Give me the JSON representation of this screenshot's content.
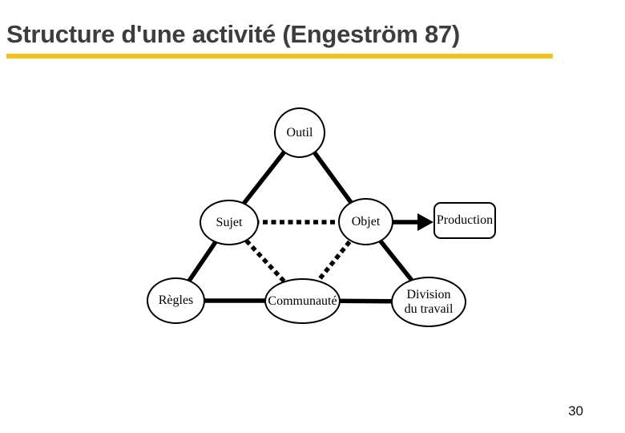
{
  "slide": {
    "title": "Structure d'une activité (Engeström 87)",
    "page_number": "30"
  },
  "colors": {
    "title_text": "#3D3D3D",
    "accent_rule": "#F0C419",
    "diagram_stroke": "#000000",
    "node_fill": "#FFFFFF",
    "background": "#FFFFFF"
  },
  "diagram": {
    "nodes": {
      "outil": {
        "label": "Outil",
        "shape": "ellipse"
      },
      "sujet": {
        "label": "Sujet",
        "shape": "ellipse"
      },
      "objet": {
        "label": "Objet",
        "shape": "ellipse"
      },
      "production": {
        "label": "Production",
        "shape": "rounded-rect"
      },
      "regles": {
        "label": "Règles",
        "shape": "ellipse"
      },
      "communaute": {
        "label": "Communauté",
        "shape": "ellipse"
      },
      "division": {
        "label_line1": "Division",
        "label_line2": "du travail",
        "shape": "ellipse"
      }
    },
    "edges": [
      {
        "from": "outil",
        "to": "sujet",
        "style": "solid"
      },
      {
        "from": "outil",
        "to": "objet",
        "style": "solid"
      },
      {
        "from": "sujet",
        "to": "regles",
        "style": "solid"
      },
      {
        "from": "regles",
        "to": "communaute",
        "style": "solid"
      },
      {
        "from": "communaute",
        "to": "division",
        "style": "solid"
      },
      {
        "from": "objet",
        "to": "division",
        "style": "solid"
      },
      {
        "from": "sujet",
        "to": "objet",
        "style": "dotted"
      },
      {
        "from": "sujet",
        "to": "communaute",
        "style": "dotted"
      },
      {
        "from": "objet",
        "to": "communaute",
        "style": "dotted"
      },
      {
        "from": "objet",
        "to": "production",
        "style": "arrow"
      }
    ]
  }
}
